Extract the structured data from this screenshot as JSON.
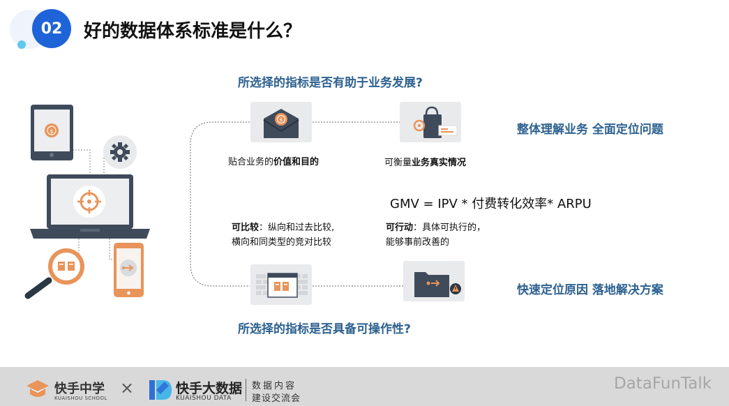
{
  "header": {
    "badge_number": "02",
    "title": "好的数据体系标准是什么？",
    "accent_color": "#1f63d8"
  },
  "questions": {
    "top": "所选择的指标是否有助于业务发展?",
    "bottom": "所选择的指标是否具备可操作性?"
  },
  "tiles": {
    "value_goal": {
      "icon": "envelope-coin-icon",
      "caption_prefix": "贴合业务的",
      "caption_bold": "价值和目的"
    },
    "true_situation": {
      "icon": "shopping-bag-icon",
      "caption_prefix": "可衡量",
      "caption_bold": "业务真实情况"
    },
    "comparison": {
      "icon": "browser-window-icon"
    },
    "action": {
      "icon": "folder-warning-icon"
    }
  },
  "right_labels": {
    "top": "整体理解业务 全面定位问题",
    "bottom": "快速定位原因 落地解决方案"
  },
  "formula": "GMV = IPV * 付费转化效率* ARPU",
  "notes": {
    "comparable_title": "可比较",
    "comparable_line1": "：纵向和过去比较,",
    "comparable_line2": "横向和同类型的竞对比较",
    "actionable_title": "可行动",
    "actionable_line1": "：具体可执行的，",
    "actionable_line2": "能够事前改善的"
  },
  "footer": {
    "kschool_cn": "快手中学",
    "kschool_en": "KUAISHOU SCHOOL",
    "times": "×",
    "kdata_cn": "快手大数据",
    "kdata_en": "KUAISHOU DATA",
    "exchange_line1": "数据内容",
    "exchange_line2": "建设交流会",
    "brand": "DataFunTalk"
  },
  "colors": {
    "title_blue": "#2d6190",
    "orange": "#e8945a",
    "dark_slate": "#3f4b5a",
    "tile_bg": "#e9eaec"
  }
}
